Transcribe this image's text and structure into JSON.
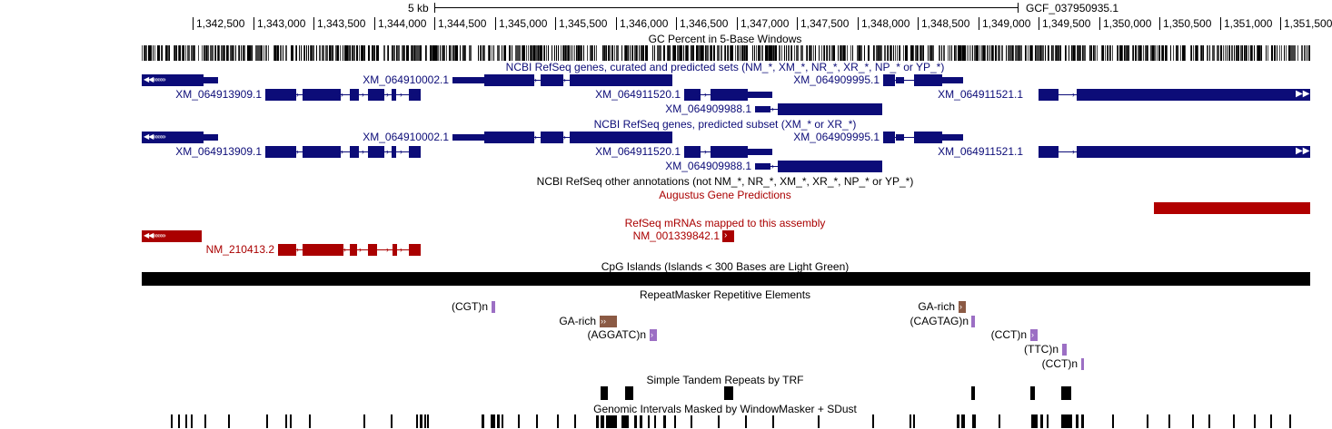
{
  "colors": {
    "navy": "#0c0c78",
    "refseq_red": "#aa0000",
    "augustus_red": "#b10000",
    "black": "#000000",
    "repeat_purple": "#9c6fc4",
    "repeat_brown": "#8b5a44"
  },
  "ruler": {
    "scale_label": "5 kb",
    "assembly_label": "GCF_037950935.1",
    "ticks": [
      "1,342,500",
      "1,343,000",
      "1,343,500",
      "1,344,000",
      "1,344,500",
      "1,345,000",
      "1,345,500",
      "1,346,000",
      "1,346,500",
      "1,347,000",
      "1,347,500",
      "1,348,000",
      "1,348,500",
      "1,349,000",
      "1,349,500",
      "1,350,000",
      "1,350,500",
      "1,351,000",
      "1,351,500"
    ]
  },
  "tracks": {
    "gc_percent": {
      "title": "GC Percent in 5-Base Windows"
    },
    "refseq_all": {
      "title": "NCBI RefSeq genes, curated and predicted sets (NM_*, XM_*, NR_*, XR_*, NP_* or YP_*)",
      "genes": [
        "XM_064913909.1",
        "XM_064910002.1",
        "XM_064911520.1",
        "XM_064909988.1",
        "XM_064909995.1",
        "XM_064911521.1"
      ]
    },
    "refseq_predicted": {
      "title": "NCBI RefSeq genes, predicted subset (XM_* or XR_*)",
      "genes": [
        "XM_064913909.1",
        "XM_064910002.1",
        "XM_064911520.1",
        "XM_064909988.1",
        "XM_064909995.1",
        "XM_064911521.1"
      ]
    },
    "refseq_other": {
      "title": "NCBI RefSeq other annotations (not NM_*, NR_*, XM_*, XR_*, NP_* or YP_*)"
    },
    "augustus": {
      "title": "Augustus Gene Predictions"
    },
    "refseq_mrna": {
      "title": "RefSeq mRNAs mapped to this assembly",
      "genes": [
        "NM_001339842.1",
        "NM_210413.2"
      ]
    },
    "cpg": {
      "title": "CpG Islands (Islands < 300 Bases are Light Green)"
    },
    "repeatmasker": {
      "title": "RepeatMasker Repetitive Elements",
      "items": [
        "(CGT)n",
        "GA-rich",
        "(AGGATC)n",
        "GA-rich",
        "(CAGTAG)n",
        "(CCT)n",
        "(TTC)n",
        "(CCT)n"
      ]
    },
    "trf": {
      "title": "Simple Tandem Repeats by TRF"
    },
    "windowmasker": {
      "title": "Genomic Intervals Masked by WindowMasker + SDust"
    }
  }
}
